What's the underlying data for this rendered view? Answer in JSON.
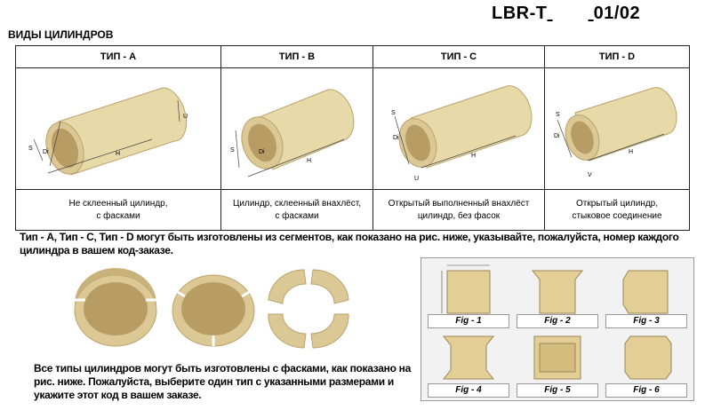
{
  "header": {
    "code": "LBR-T",
    "page": "01/02"
  },
  "section_title": "ВИДЫ ЦИЛИНДРОВ",
  "types": [
    {
      "head": "ТИП - A",
      "line1": "Не склеенный цилиндр,",
      "line2": "с фасками"
    },
    {
      "head": "ТИП - B",
      "line1": "Цилиндр, склеенный внахлёст,",
      "line2": "с фасками"
    },
    {
      "head": "ТИП - C",
      "line1": "Открытый выполненный внахлёст",
      "line2": "цилиндр, без фасок"
    },
    {
      "head": "ТИП - D",
      "line1": "Открытый цилиндр,",
      "line2": "стыковое соединение"
    }
  ],
  "dim_labels": {
    "s": "S",
    "di": "Di",
    "h": "H",
    "u": "U",
    "v": "V"
  },
  "note_segments": "Тип - A, Тип - C, Тип - D могут быть изготовлены из сегментов, как показано на рис. ниже, указывайте, пожалуйста, номер каждого цилиндра в вашем код-заказе.",
  "note_chamfers": "Все типы цилиндров могут быть изготовлены с фасками, как показано на рис. ниже. Пожалуйста, выберите один тип с указанными размерами и укажите этот код в вашем заказе.",
  "figures": [
    "Fig - 1",
    "Fig - 2",
    "Fig - 3",
    "Fig - 4",
    "Fig - 5",
    "Fig - 6"
  ],
  "colors": {
    "cylinder": "#e8d9a8",
    "cylinder_dark": "#c9b27a",
    "inner": "#b79c63"
  }
}
